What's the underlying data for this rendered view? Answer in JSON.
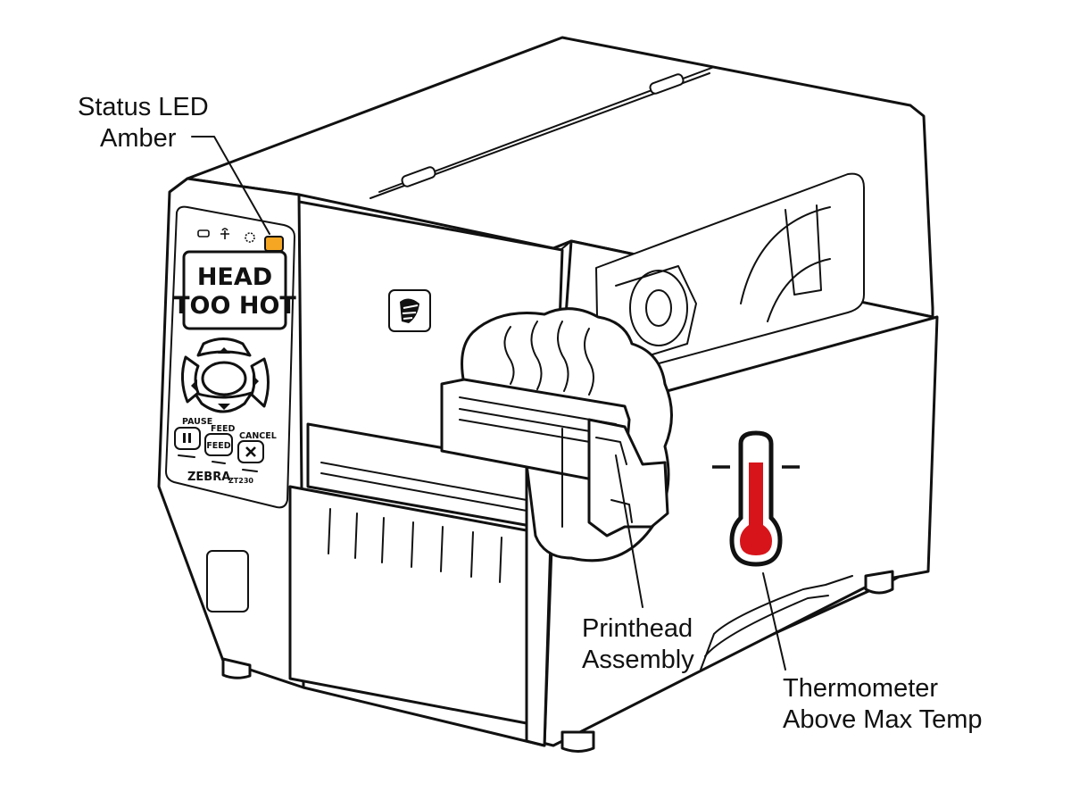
{
  "callouts": {
    "status_led_line1": "Status LED",
    "status_led_line2": "Amber",
    "printhead_line1": "Printhead",
    "printhead_line2": "Assembly",
    "thermometer_line1": "Thermometer",
    "thermometer_line2": "Above Max Temp"
  },
  "printer": {
    "display_line1": "HEAD",
    "display_line2": "TOO HOT",
    "pause_label": "PAUSE",
    "feed_label": "FEED",
    "feed_button_text": "FEED",
    "cancel_label": "CANCEL",
    "brand": "ZEBRA",
    "model": "ZT230",
    "pause_icon": "pause-icon",
    "cancel_icon": "x-icon"
  },
  "colors": {
    "status_led": "#f5a623",
    "thermometer_fill": "#d7141a"
  }
}
